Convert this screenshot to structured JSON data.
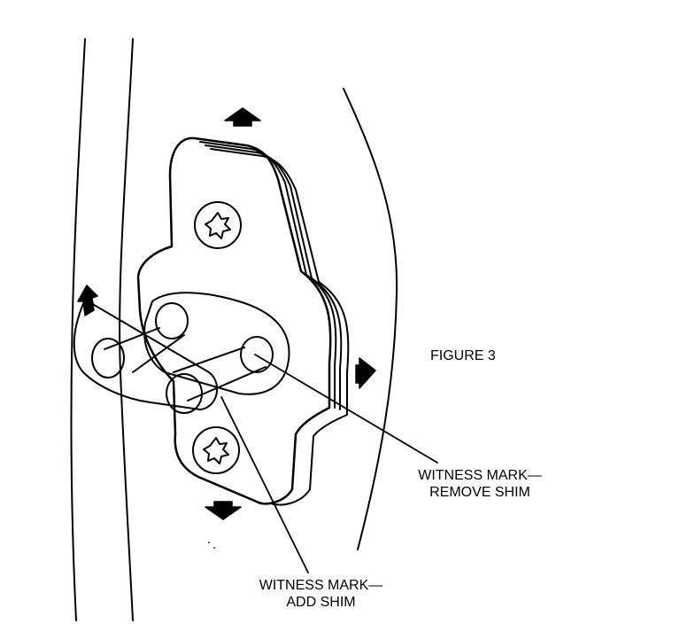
{
  "figure": {
    "caption": "FIGURE 3"
  },
  "callouts": {
    "remove_shim": {
      "line1": "WITNESS MARK—",
      "line2": "REMOVE SHIM"
    },
    "add_shim": {
      "line1": "WITNESS MARK—",
      "line2": "ADD SHIM"
    }
  },
  "style": {
    "ink_color": "#000000",
    "paper_color": "#ffffff"
  }
}
